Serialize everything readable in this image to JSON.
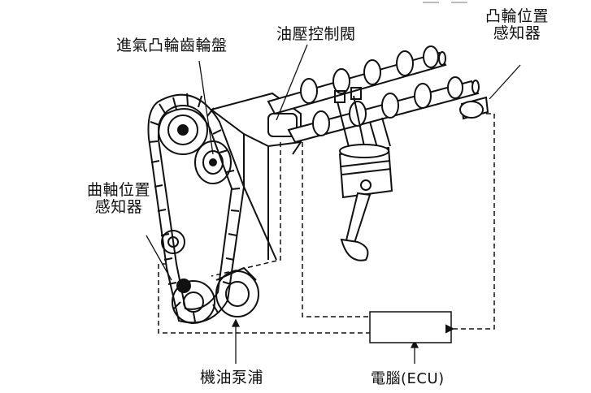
{
  "labels": {
    "intake_cam_sprocket": "進氣凸輪齒輪盤",
    "oil_control_valve": "油壓控制閥",
    "cam_sensor_line1": "凸輪位置",
    "cam_sensor_line2": "感知器",
    "crank_sensor_line1": "曲軸位置",
    "crank_sensor_line2": "感知器",
    "oil_pump": "機油泵浦",
    "ecu": "電腦(ECU)"
  },
  "icons": {
    "belt": "timing-belt-icon",
    "sprocket": "cam-sprocket-icon",
    "camshaft": "camshaft-icon",
    "piston": "piston-icon",
    "ecu_box": "ecu-box-icon"
  },
  "colors": {
    "ink": "#111111",
    "background": "#ffffff"
  }
}
